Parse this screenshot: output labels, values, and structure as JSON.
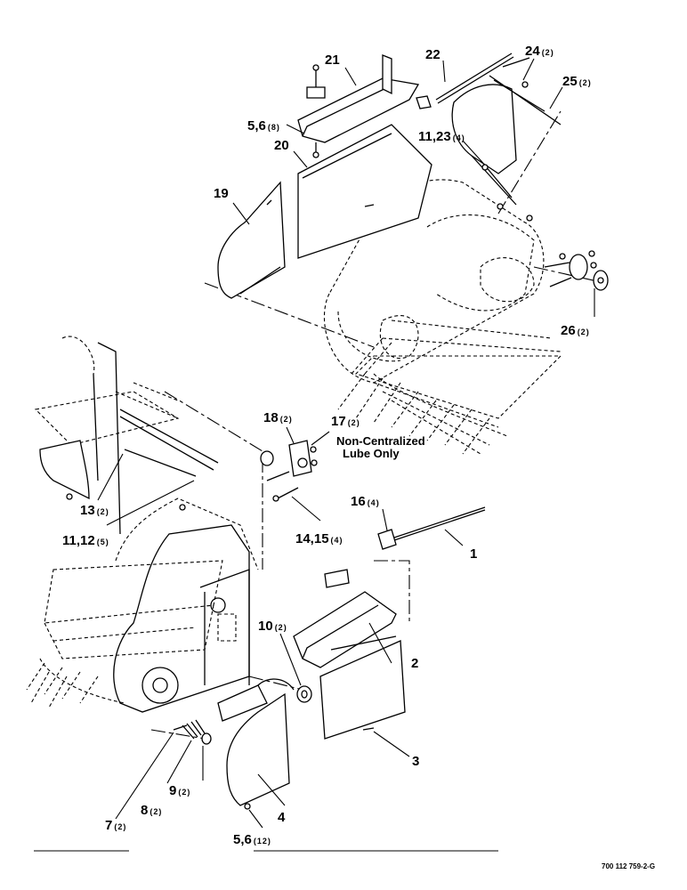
{
  "callouts": [
    {
      "id": "c21",
      "num": "21",
      "qty": ""
    },
    {
      "id": "c22",
      "num": "22",
      "qty": ""
    },
    {
      "id": "c24",
      "num": "24",
      "qty": "(2)"
    },
    {
      "id": "c25",
      "num": "25",
      "qty": "(2)"
    },
    {
      "id": "c56a",
      "num": "5,6",
      "qty": "(8)"
    },
    {
      "id": "c20",
      "num": "20",
      "qty": ""
    },
    {
      "id": "c1123",
      "num": "11,23",
      "qty": "(4)"
    },
    {
      "id": "c19",
      "num": "19",
      "qty": ""
    },
    {
      "id": "c26",
      "num": "26",
      "qty": "(2)"
    },
    {
      "id": "c18",
      "num": "18",
      "qty": "(2)"
    },
    {
      "id": "c17",
      "num": "17",
      "qty": "(2)"
    },
    {
      "id": "c13",
      "num": "13",
      "qty": "(2)"
    },
    {
      "id": "c1112",
      "num": "11,12",
      "qty": "(5)"
    },
    {
      "id": "c1415",
      "num": "14,15",
      "qty": "(4)"
    },
    {
      "id": "c16",
      "num": "16",
      "qty": "(4)"
    },
    {
      "id": "c1",
      "num": "1",
      "qty": ""
    },
    {
      "id": "c10",
      "num": "10",
      "qty": "(2)"
    },
    {
      "id": "c2",
      "num": "2",
      "qty": ""
    },
    {
      "id": "c3",
      "num": "3",
      "qty": ""
    },
    {
      "id": "c9",
      "num": "9",
      "qty": "(2)"
    },
    {
      "id": "c8",
      "num": "8",
      "qty": "(2)"
    },
    {
      "id": "c7",
      "num": "7",
      "qty": "(2)"
    },
    {
      "id": "c4",
      "num": "4",
      "qty": ""
    },
    {
      "id": "c56b",
      "num": "5,6",
      "qty": "(12)"
    }
  ],
  "note": {
    "line1": "Non-Centralized",
    "line2": "Lube Only"
  },
  "figure_number": "700 112 759-2-G"
}
